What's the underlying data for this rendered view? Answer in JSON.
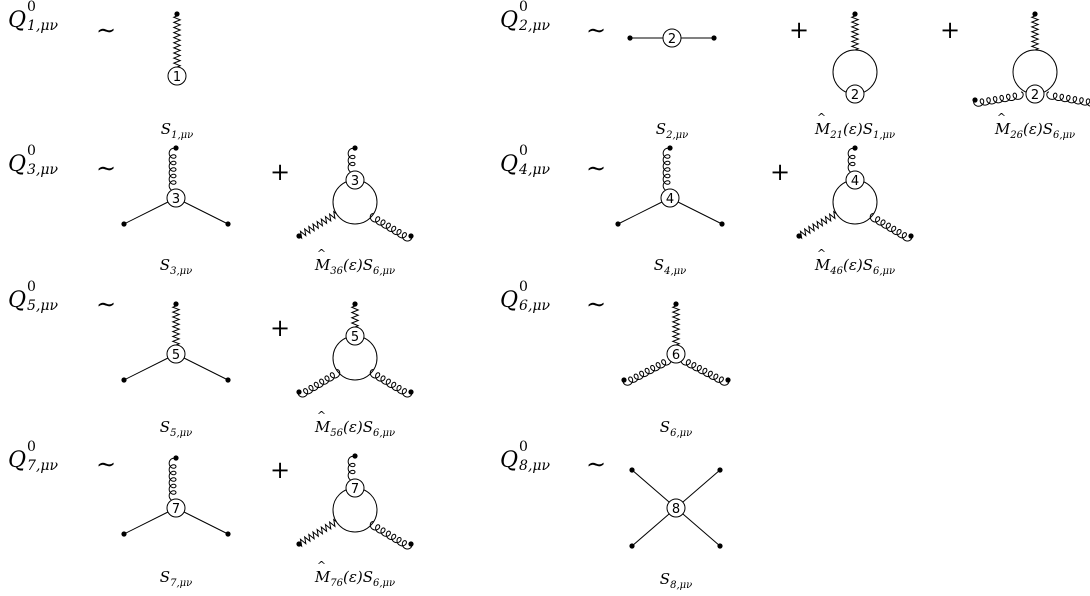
{
  "rows": [
    {
      "cells": [
        {
          "label": "Q1",
          "super": "0",
          "sub": "1,μν",
          "terms": [
            {
              "vertex": "1",
              "caption": "S",
              "caption_sub": "1,μν"
            }
          ]
        },
        {
          "label": "Q2",
          "super": "0",
          "sub": "2,μν",
          "terms": [
            {
              "vertex": "2",
              "caption": "S",
              "caption_sub": "2,μν"
            },
            {
              "vertex": "2",
              "caption_pre": "M",
              "caption_pre_sub": "21",
              "caption_mid": "(ε)S",
              "caption_sub": "1,μν"
            },
            {
              "vertex": "2",
              "caption_pre": "M",
              "caption_pre_sub": "26",
              "caption_mid": "(ε)S",
              "caption_sub": "6,μν"
            }
          ]
        }
      ]
    },
    {
      "cells": [
        {
          "label": "Q3",
          "super": "0",
          "sub": "3,μν",
          "terms": [
            {
              "vertex": "3",
              "caption": "S",
              "caption_sub": "3,μν"
            },
            {
              "vertex": "3",
              "caption_pre": "M",
              "caption_pre_sub": "36",
              "caption_mid": "(ε)S",
              "caption_sub": "6,μν"
            }
          ]
        },
        {
          "label": "Q4",
          "super": "0",
          "sub": "4,μν",
          "terms": [
            {
              "vertex": "4",
              "caption": "S",
              "caption_sub": "4,μν"
            },
            {
              "vertex": "4",
              "caption_pre": "M",
              "caption_pre_sub": "46",
              "caption_mid": "(ε)S",
              "caption_sub": "6,μν"
            }
          ]
        }
      ]
    },
    {
      "cells": [
        {
          "label": "Q5",
          "super": "0",
          "sub": "5,μν",
          "terms": [
            {
              "vertex": "5",
              "caption": "S",
              "caption_sub": "5,μν"
            },
            {
              "vertex": "5",
              "caption_pre": "M",
              "caption_pre_sub": "56",
              "caption_mid": "(ε)S",
              "caption_sub": "6,μν"
            }
          ]
        },
        {
          "label": "Q6",
          "super": "0",
          "sub": "6,μν",
          "terms": [
            {
              "vertex": "6",
              "caption": "S",
              "caption_sub": "6,μν"
            }
          ]
        }
      ]
    },
    {
      "cells": [
        {
          "label": "Q7",
          "super": "0",
          "sub": "7,μν",
          "terms": [
            {
              "vertex": "7",
              "caption": "S",
              "caption_sub": "7,μν"
            },
            {
              "vertex": "7",
              "caption_pre": "M",
              "caption_pre_sub": "76",
              "caption_mid": "(ε)S",
              "caption_sub": "6,μν"
            }
          ]
        },
        {
          "label": "Q8",
          "super": "0",
          "sub": "8,μν",
          "terms": [
            {
              "vertex": "8",
              "caption": "S",
              "caption_sub": "8,μν"
            }
          ]
        }
      ]
    }
  ],
  "symbols": {
    "sim": "∼",
    "plus": "+"
  }
}
